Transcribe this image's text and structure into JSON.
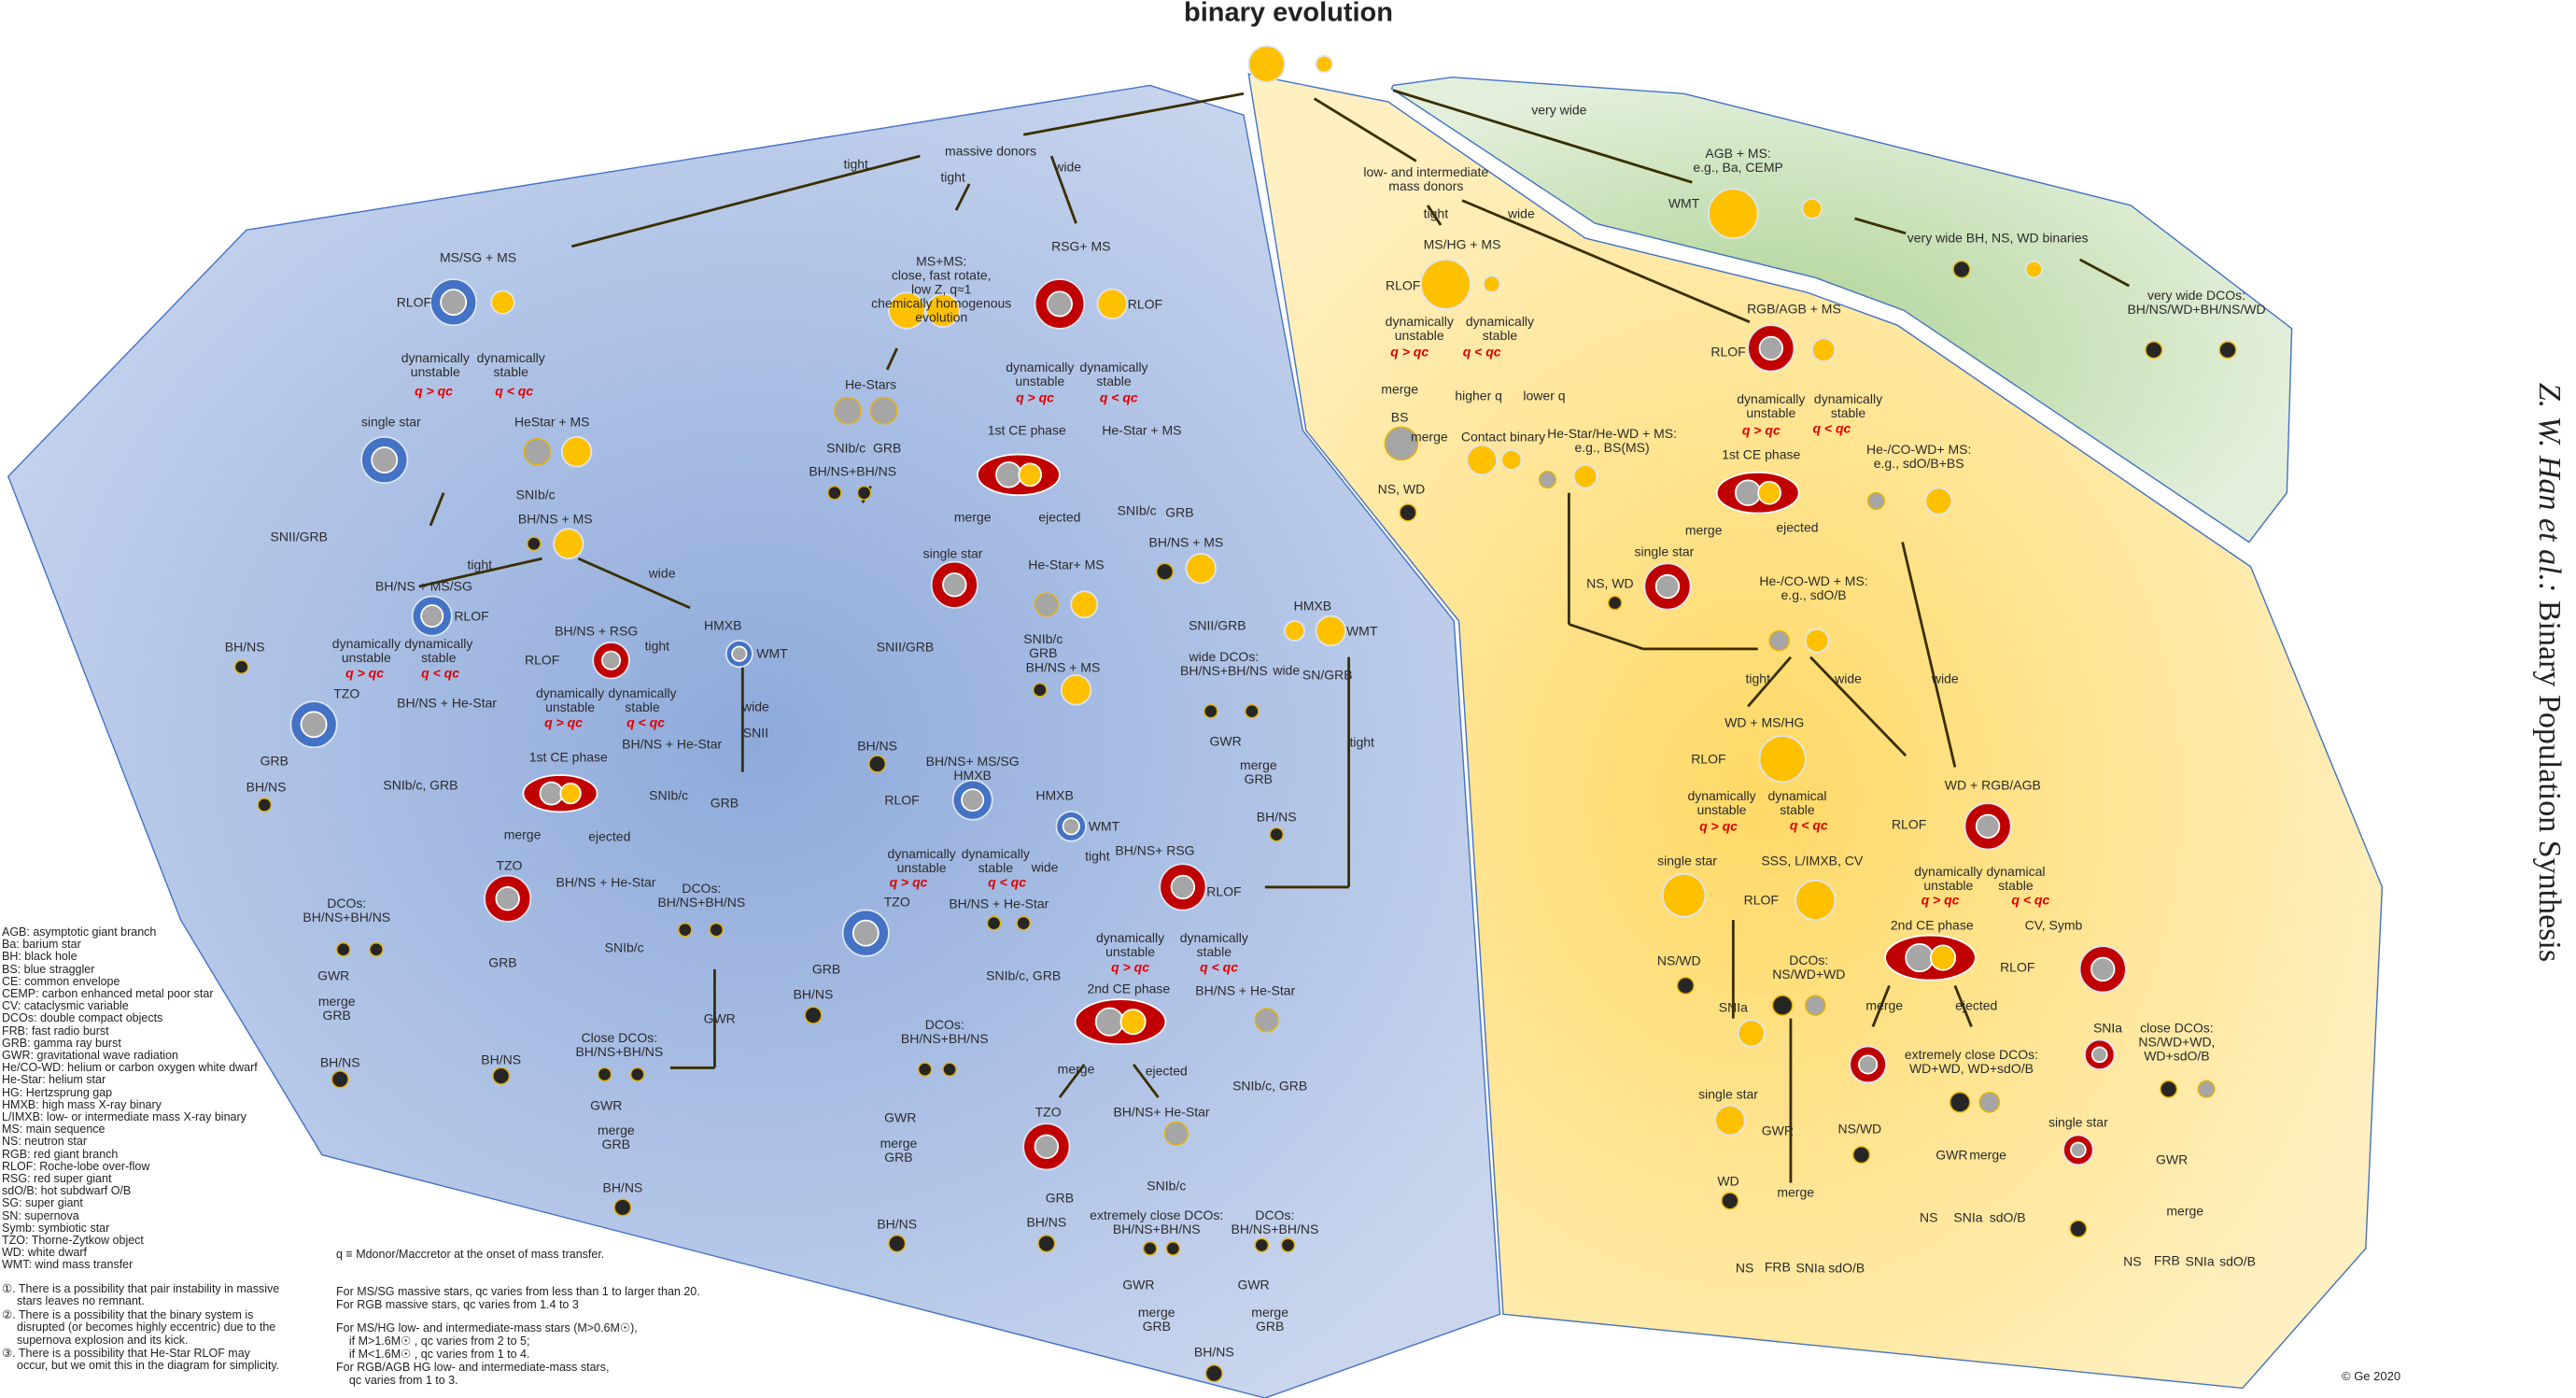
{
  "title": "binary evolution",
  "side_title": {
    "authors": "Z. W. Han et al.:",
    "subject": "Binary Population Synthesis"
  },
  "copyright": "© Ge 2020",
  "colors": {
    "massive_region": "#a9bfe6",
    "low_mass_region": "#fde29a",
    "very_wide_region": "#b6d89c",
    "ms_star": "#ffc000",
    "giant": "#c00000",
    "massive_star": "#4472c4",
    "compact": "#262626",
    "helium_star": "#a6a6a6",
    "arrow": "#3a2f00",
    "critical_ratio": "#ff0000"
  },
  "massive_donors": {
    "labels": [
      "massive donors",
      "tight",
      "tight",
      "wide",
      "MS/SG + MS",
      "MS+MS:\nclose, fast rotate,\nlow Z, q≈1\nchemically homogenous\nevolution",
      "RSG+ MS",
      "RLOF",
      "RLOF",
      "dynamically\nunstable",
      "dynamically\nstable",
      "q > qc",
      "q < qc",
      "single star",
      "HeStar + MS",
      "SNII/GRB",
      "SNIb/c",
      "BH/NS + MS",
      "tight",
      "wide",
      "BH/NS + MS/SG",
      "RLOF",
      "BH/NS",
      "dynamically\nunstable",
      "q > qc",
      "dynamically\nstable",
      "q < qc",
      "BH/NS + RSG",
      "tight",
      "HMXB",
      "WMT",
      "RLOF",
      "TZO",
      "BH/NS + He-Star",
      "dynamically\nunstable",
      "q > qc",
      "dynamically\nstable",
      "q < qc",
      "wide",
      "SNII",
      "BH/NS + He-Star",
      "GRB",
      "1st CE phase",
      "SNIb/c, GRB",
      "SNIb/c",
      "GRB",
      "BH/NS",
      "merge",
      "ejected",
      "DCOs:\nBH/NS+BH/NS",
      "DCOs:\nBH/NS+BH/NS",
      "TZO",
      "BH/NS + He-Star",
      "SNIb/c",
      "GWR",
      "merge\nGRB",
      "GRB",
      "BH/NS",
      "BH/NS",
      "Close DCOs:\nBH/NS+BH/NS",
      "GWR",
      "GWR",
      "merge\nGRB",
      "BH/NS",
      "He-Stars",
      "SNIb/c",
      "GRB",
      "BH/NS+BH/NS",
      "dynamically\nunstable",
      "q > qc",
      "dynamically\nstable",
      "q < qc",
      "1st CE phase",
      "He-Star + MS",
      "SNIb/c",
      "GRB",
      "merge",
      "ejected",
      "single star",
      "He-Star+ MS",
      "BH/NS + MS",
      "HMXB",
      "WMT",
      "SNIb/c\nGRB",
      "BH/NS + MS",
      "SNII/GRB",
      "SNII/GRB",
      "wide DCOs:\nBH/NS+BH/NS",
      "wide",
      "SN/GRB",
      "BH/NS",
      "GWR",
      "merge\nGRB",
      "tight",
      "BH/NS",
      "BH/NS+ MS/SG\nHMXB",
      "RLOF",
      "HMXB",
      "WMT",
      "dynamically\nunstable",
      "q > qc",
      "dynamically\nstable",
      "q < qc",
      "wide",
      "tight",
      "BH/NS+ RSG",
      "RLOF",
      "TZO",
      "BH/NS + He-Star",
      "dynamically\nunstable",
      "q > qc",
      "dynamically\nstable",
      "q < qc",
      "SNIb/c, GRB",
      "GRB",
      "BH/NS",
      "2nd CE phase",
      "BH/NS + He-Star",
      "DCOs:\nBH/NS+BH/NS",
      "merge",
      "ejected",
      "TZO",
      "BH/NS+ He-Star",
      "GWR",
      "merge\nGRB",
      "SNIb/c, GRB",
      "GRB",
      "BH/NS",
      "BH/NS",
      "SNIb/c",
      "extremely close DCOs:\nBH/NS+BH/NS",
      "DCOs:\nBH/NS+BH/NS",
      "GWR",
      "GWR",
      "merge\nGRB",
      "merge\nGRB",
      "BH/NS"
    ]
  },
  "low_intermediate_donors": {
    "labels": [
      "low- and intermediate\nmass donors",
      "tight",
      "wide",
      "MS/HG + MS",
      "RLOF",
      "dynamically\nunstable",
      "dynamically\nstable",
      "q > qc",
      "q < qc",
      "merge",
      "BS",
      "merge",
      "Contact binary",
      "higher q",
      "lower q",
      "He-Star/He-WD + MS:\ne.g., BS(MS)",
      "NS, WD",
      "RGB/AGB + MS",
      "RLOF",
      "dynamically\nunstable",
      "dynamically\nstable",
      "q > qc",
      "q < qc",
      "1st CE phase",
      "He-/CO-WD+ MS:\ne.g., sdO/B+BS",
      "merge",
      "ejected",
      "single star",
      "NS, WD",
      "He-/CO-WD + MS:\ne.g., sdO/B",
      "tight",
      "wide",
      "wide",
      "WD + MS/HG",
      "RLOF",
      "dynamically\nunstable",
      "dynamical\nstable",
      "q > qc",
      "q < qc",
      "WD + RGB/AGB",
      "RLOF",
      "dynamically\nunstable",
      "dynamical\nstable",
      "q > qc",
      "q < qc",
      "single star",
      "SSS, L/IMXB, CV",
      "RLOF",
      "2nd CE phase",
      "CV, Symb",
      "NS/WD",
      "DCOs:\nNS/WD+WD",
      "RLOF",
      "SNIa",
      "merge",
      "ejected",
      "SNIa",
      "close DCOs:\nNS/WD+WD,\nWD+sdO/B",
      "extremely close DCOs:\nWD+WD, WD+sdO/B",
      "single star",
      "NS/WD",
      "GWR",
      "single star",
      "GWR",
      "merge",
      "GWR",
      "WD",
      "merge",
      "merge",
      "NS",
      "SNIa",
      "sdO/B",
      "NS",
      "FRB",
      "SNIa",
      "sdO/B",
      "NS",
      "FRB",
      "SNIa",
      "sdO/B"
    ]
  },
  "very_wide": {
    "labels": [
      "very wide",
      "AGB + MS:\ne.g., Ba, CEMP",
      "WMT",
      "very wide BH, NS, WD binaries",
      "very wide DCOs:\nBH/NS/WD+BH/NS/WD"
    ]
  },
  "legend": [
    "AGB: asymptotic giant branch",
    "Ba: barium star",
    "BH: black hole",
    "BS: blue straggler",
    "CE: common envelope",
    "CEMP: carbon enhanced metal poor star",
    "CV: cataclysmic variable",
    "DCOs: double compact objects",
    "FRB: fast radio burst",
    "GRB: gamma ray burst",
    "GWR: gravitational wave radiation",
    "He/CO-WD: helium or carbon oxygen white dwarf",
    "He-Star: helium star",
    "HG: Hertzsprung gap",
    "HMXB: high mass X-ray binary",
    "L/IMXB: low- or intermediate mass  X-ray binary",
    "MS: main sequence",
    "NS: neutron star",
    "RGB: red giant branch",
    "RLOF: Roche-lobe over-flow",
    "RSG: red super giant",
    "sdO/B: hot subdwarf O/B",
    "SG: super giant",
    "SN: supernova",
    "Symb: symbiotic star",
    "TZO: Thorne-Zytkow object",
    "WD: white dwarf",
    "WMT: wind mass transfer"
  ],
  "notes": [
    "①. There is a possibility that pair instability in massive stars leaves no remnant.",
    "②. There is a possibility that the binary system is disrupted (or becomes highly eccentric) due to the supernova explosion and its kick.",
    "③. There is a possibility that He-Star RLOF may occur, but we omit this in the diagram for simplicity."
  ],
  "q_notes": {
    "definition": "q ≡ Mdonor/Maccretor at the onset of mass transfer.",
    "massive": [
      "For MS/SG massive stars, qc varies from less than 1 to larger than 20.",
      "For RGB massive stars, qc varies from 1.4 to 3"
    ],
    "low_intermediate": [
      "For MS/HG low- and intermediate-mass stars (M>0.6M☉),",
      "    if M>1.6M☉ , qc varies from 2 to 5;",
      "    if M<1.6M☉ , qc varies from 1 to 4.",
      "For RGB/AGB HG low- and intermediate-mass stars,",
      "    qc varies from 1 to 3."
    ]
  }
}
